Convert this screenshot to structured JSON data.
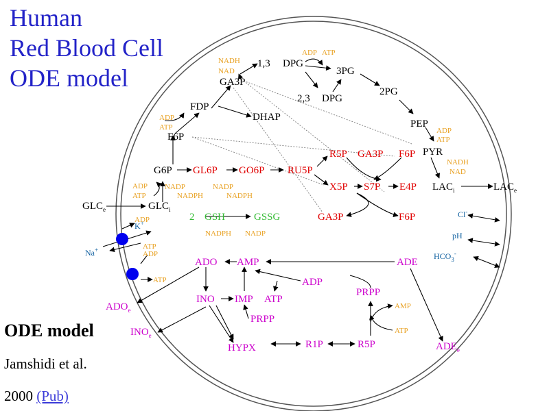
{
  "title": {
    "line1": "Human",
    "line2": "Red Blood Cell",
    "line3": "ODE model"
  },
  "footer": {
    "heading": "ODE model",
    "authors": "Jamshidi et al.",
    "year": "2000",
    "link": "(Pub)"
  },
  "colors": {
    "title": "#2323c8",
    "metabolite": "#000000",
    "pentose": "#e00000",
    "glutathione": "#33bb33",
    "nucleotide": "#cc00cc",
    "cofactor": "#e8a020",
    "ion": "#1060a0",
    "pump": "#0000ee"
  },
  "labels": {
    "nadh1": "NADH",
    "nad1": "NAD",
    "bpg13": "1,3",
    "dpg1": "DPG",
    "ga3p1": "GA3P",
    "adp1": "ADP",
    "atp1": "ATP",
    "pg3": "3PG",
    "bpg23": "2,3",
    "dpg2": "DPG",
    "pg2": "2PG",
    "fdp": "FDP",
    "dhap": "DHAP",
    "adp2": "ADP",
    "atp2": "ATP",
    "f6p1": "F6P",
    "pep": "PEP",
    "adp3": "ADP",
    "atp3": "ATP",
    "pyr": "PYR",
    "nadh2": "NADH",
    "nad2": "NAD",
    "g6p": "G6P",
    "gl6p": "GL6P",
    "go6p": "GO6P",
    "ru5p": "RU5P",
    "r5p1": "R5P",
    "ga3p2": "GA3P",
    "f6p2": "F6P",
    "x5p": "X5P",
    "s7p": "S7P",
    "e4p": "E4P",
    "ga3p3": "GA3P",
    "f6p3": "F6P",
    "adp4": "ADP",
    "atp4": "ATP",
    "nadp1": "NADP",
    "nadph1": "NADPH",
    "nadp2": "NADP",
    "nadph2": "NADPH",
    "lac_i": "LAC",
    "lac_i_sub": "i",
    "lac_e": "LAC",
    "lac_e_sub": "e",
    "glc_e": "GLC",
    "glc_e_sub": "e",
    "glc_i": "GLC",
    "glc_i_sub": "i",
    "two": "2",
    "gsh": "GSH",
    "gssg": "GSSG",
    "nadph3": "NADPH",
    "nadp3": "NADP",
    "adp5": "ADP",
    "kplus": "K",
    "kplus_sup": "+",
    "atp5": "ATP",
    "adp6": "ADP",
    "na": "Na",
    "na_sup": "+",
    "atp6": "ATP",
    "cl": "Cl",
    "cl_sup": "-",
    "ph": "pH",
    "hco3": "HCO",
    "hco3_sub": "3",
    "hco3_sup": "-",
    "ado": "ADO",
    "amp": "AMP",
    "ade": "ADE",
    "adp7": "ADP",
    "ino": "INO",
    "imp": "IMP",
    "atp7": "ATP",
    "prpp1": "PRPP",
    "amp2": "AMP",
    "atp8": "ATP",
    "ado_e": "ADO",
    "ado_e_sub": "e",
    "prpp2": "PRPP",
    "ino_e": "INO",
    "ino_e_sub": "e",
    "hypx": "HYPX",
    "r1p": "R1P",
    "r5p2": "R5P",
    "ade_e": "ADE",
    "ade_e_sub": "e"
  }
}
